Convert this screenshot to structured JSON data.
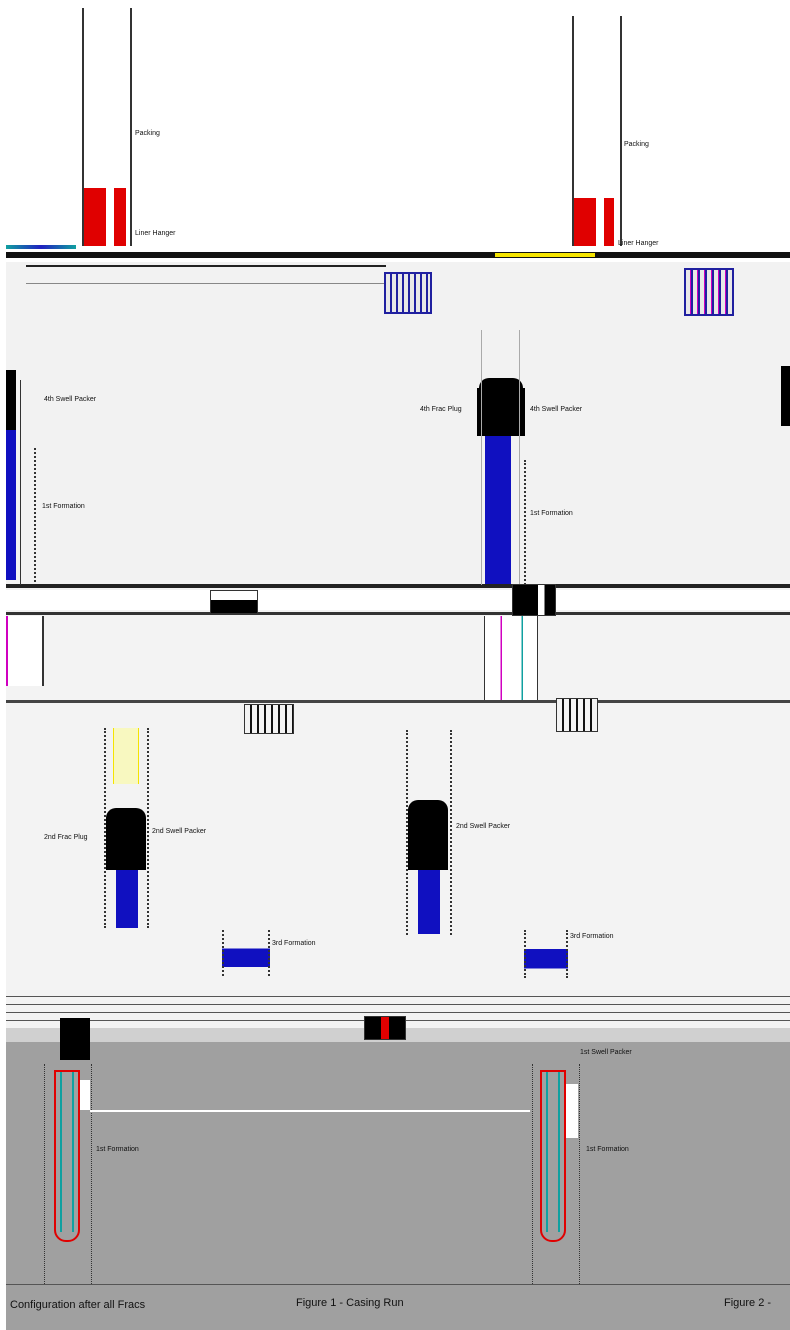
{
  "panels": {
    "top": {
      "labels": [
        "Packing",
        "Liner Hanger",
        "Packing",
        "Liner Hanger"
      ]
    },
    "middle": {
      "labels": [
        "4th Swell Packer",
        "1st Formation",
        "4th Frac Plug",
        "4th Swell Packer",
        "1st Formation"
      ]
    },
    "lower": {
      "labels": [
        "2nd Frac Plug",
        "2nd Swell Packer",
        "2nd Swell Packer",
        "3rd Formation",
        "3rd Formation"
      ]
    },
    "bottom": {
      "labels": [
        "1st Swell Packer",
        "1st Formation",
        "1st Formation"
      ]
    }
  },
  "captions": {
    "left": "Configuration after all Fracs",
    "center": "Figure 1 - Casing Run",
    "right": "Figure 2 -"
  },
  "colors": {
    "casing_fill": "#e00000",
    "packer": "#000000",
    "tubing": "#1010c0",
    "band_gray": "#a0a0a0",
    "panel_bg": "#f2f2f2",
    "accent_yellow": "#f5e400",
    "accent_magenta": "#d000c0",
    "accent_teal": "#10a0a0"
  }
}
